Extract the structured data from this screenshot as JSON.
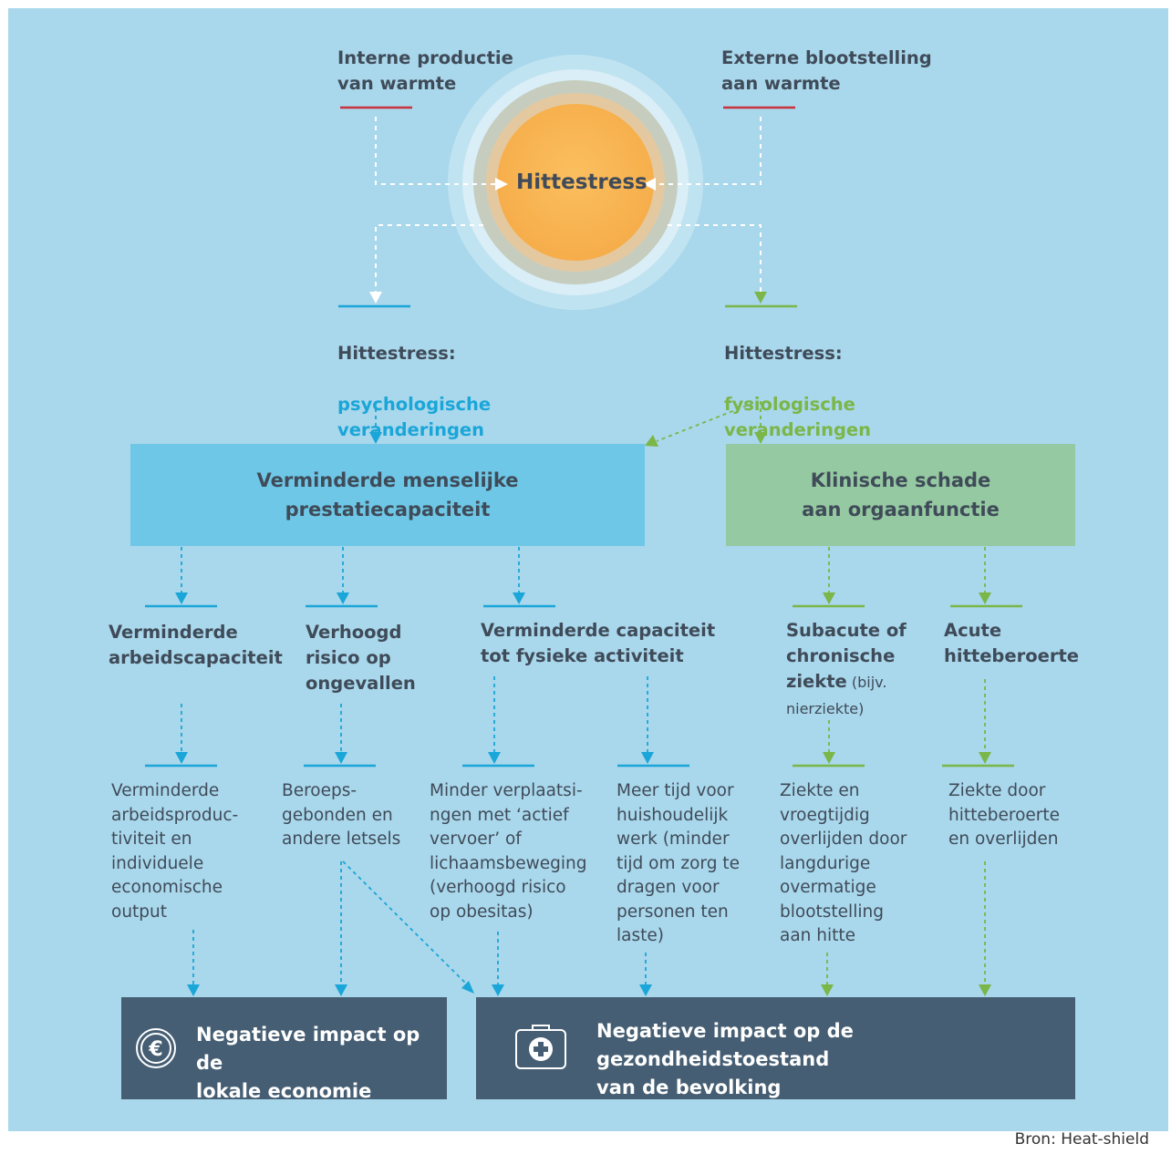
{
  "center": {
    "label": "Hittestress",
    "internal": "Interne productie\nvan warmte",
    "external": "Externe blootstelling\naan warmte"
  },
  "psych": {
    "title": "Hittestress:",
    "subtitle": "psychologische\nveranderingen"
  },
  "phys": {
    "title": "Hittestress:",
    "subtitle": "fysiologische\nveranderingen"
  },
  "boxes": {
    "capacity": "Verminderde menselijke\nprestatiecapaciteit",
    "clinical": "Klinische schade\naan orgaanfunctie"
  },
  "effects": {
    "work": "Verminderde\narbeidscapaciteit",
    "accident": "Verhoogd\nrisico op\nongevallen",
    "activity": "Verminderde capaciteit\ntot fysieke activiteit",
    "chronic": "Subacute of\nchronische\nziekte",
    "chronic_note": " (bijv.\nnierziekte)",
    "acute": "Acute\nhitteberoerte"
  },
  "outcomes": {
    "productivity": "Verminderde\narbeidsproduc-\ntiviteit en\nindividuele\neconomische\noutput",
    "injuries": "Beroeps-\ngebonden en\nandere letsels",
    "transport": "Minder verplaatsi-\nngen met ‘actief\nvervoer’ of\nlichaamsbeweging\n(verhoogd risico\nop obesitas)",
    "household": "Meer tijd voor\nhuishoudelijk\nwerk (minder\ntijd om zorg te\ndragen voor\npersonen ten\nlaste)",
    "death_exposure": "Ziekte en\nvroegtijdig\noverlijden door\nlangdurige\novermatige\nblootstelling\naan hitte",
    "death_stroke": "Ziekte door\nhitteberoerte\nen overlijden"
  },
  "impacts": {
    "economy": "Negatieve impact op de\nlokale economie",
    "health": "Negatieve impact op de gezondheidstoestand\nvan de bevolking"
  },
  "source": "Bron: Heat-shield",
  "colors": {
    "background": "#a9d7eb",
    "blue": "#1aa6d8",
    "green": "#7ab648",
    "red": "#c8323c",
    "blue_box": "#6ec7e6",
    "green_box": "#95c9a1",
    "dark_box": "#455e73",
    "sun_core": "#f8b452"
  },
  "icons": {
    "economy": "euro-coin-icon",
    "health": "first-aid-kit-icon"
  }
}
